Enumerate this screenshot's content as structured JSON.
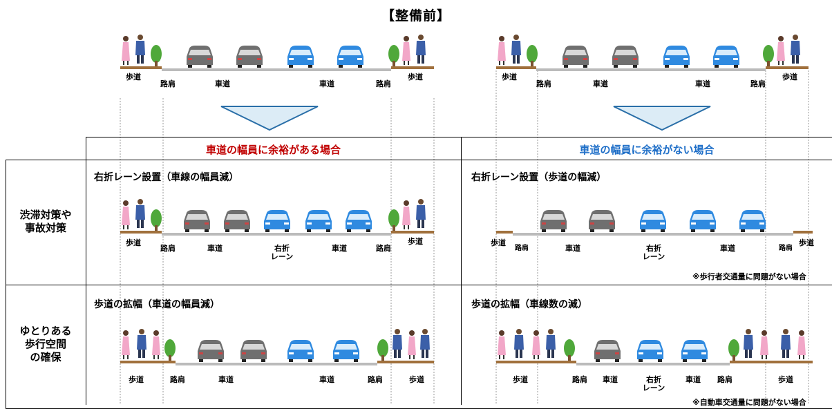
{
  "title": "【整備前】",
  "columns": {
    "left_header": "車道の幅員に余裕がある場合",
    "right_header": "車道の幅員に余裕がない場合"
  },
  "rows": [
    {
      "label": "渋滞対策や\n事故対策"
    },
    {
      "label": "ゆとりある\n歩行空間\nの確保"
    }
  ],
  "diagrams": {
    "before_left": {
      "labels": [
        "歩道",
        "路肩",
        "車道",
        "車道",
        "路肩",
        "歩道"
      ]
    },
    "before_right": {
      "labels": [
        "歩道",
        "路肩",
        "車道",
        "車道",
        "路肩",
        "歩道"
      ]
    },
    "case1_left": {
      "subtitle": "右折レーン設置（車線の幅員減）",
      "labels": [
        "歩道",
        "路肩",
        "車道",
        "右折\nレーン",
        "車道",
        "路肩",
        "歩道"
      ]
    },
    "case1_right": {
      "subtitle": "右折レーン設置（歩道の幅減）",
      "labels": [
        "歩道",
        "路肩",
        "車道",
        "右折\nレーン",
        "車道",
        "路肩",
        "歩道"
      ],
      "note": "※歩行者交通量に問題がない場合"
    },
    "case2_left": {
      "subtitle": "歩道の拡幅（車道の幅員減）",
      "labels": [
        "歩道",
        "路肩",
        "車道",
        "車道",
        "路肩",
        "歩道"
      ]
    },
    "case2_right": {
      "subtitle": "歩道の拡幅（車線数の減）",
      "labels": [
        "歩道",
        "路肩",
        "車道",
        "右折\nレーン",
        "車道",
        "路肩",
        "歩道"
      ],
      "note": "※自動車交通量に問題がない場合"
    }
  },
  "colors": {
    "red": "#c00000",
    "blue": "#1f6fc8",
    "gray_car": "#808080",
    "blue_car": "#3a8fd9",
    "sidewalk": "#a0703c",
    "tree": "#4fa83a"
  }
}
